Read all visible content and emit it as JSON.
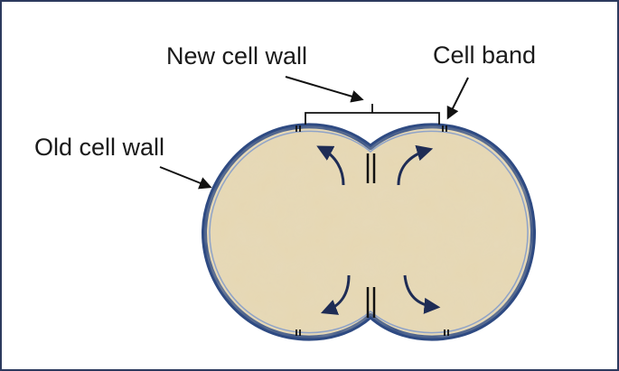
{
  "labels": {
    "new_cell_wall": "New cell wall",
    "cell_band": "Cell band",
    "old_cell_wall": "Old cell wall"
  },
  "colors": {
    "frame_border": "#2c3a5e",
    "cell_wall": "#2e4a82",
    "cell_wall_highlight": "#8fa3c8",
    "cytoplasm": "#e6d7b2",
    "cytoplasm_texture": "#cdbb90",
    "growth_arrows": "#1e2c55",
    "leader_lines": "#111111"
  },
  "icons": {
    "growth_arrow": "curved-arrow-icon",
    "septum": "double-line-septum-icon",
    "cell_band_mark": "double-tick-mark-icon"
  }
}
